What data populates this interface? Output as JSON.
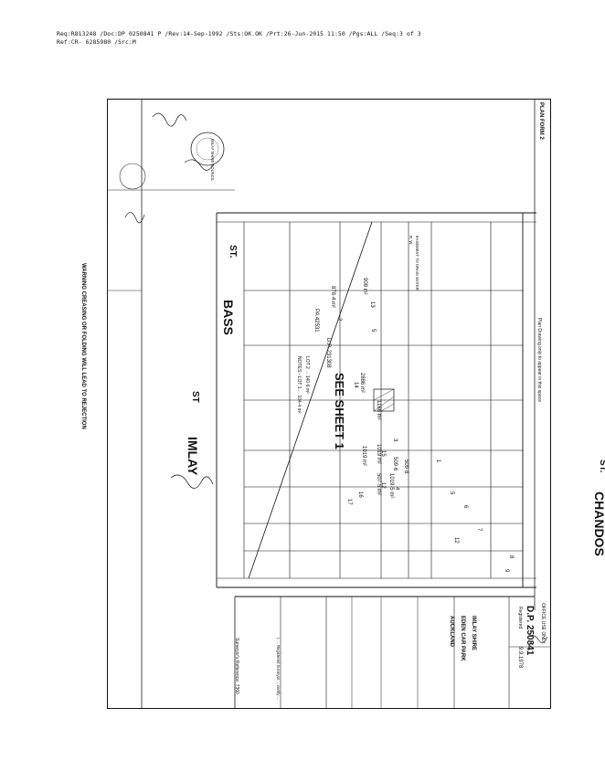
{
  "header": {
    "line1": "Req:R813248 /Doc:DP 0250841 P /Rev:14-Sep-1992 /Sts:OK.OK /Prt:26-Jun-2015 11:50 /Pgs:ALL /Seq:3 of 3",
    "line2": "Ref:CR- 6285980 /Src:M"
  },
  "plan": {
    "form_title": "PLAN FORM 2",
    "margin_note": "Plan Drawing only to appear in this space",
    "warning": "WARNING CREASING OR FOLDING WILL LEAD TO REJECTION",
    "streets": {
      "top": "BASS",
      "top_suffix": "ST.",
      "middle": "IMLAY",
      "middle_suffix": "ST",
      "bottom": "CHANDOS",
      "bottom_suffix": "ST."
    },
    "lots": [
      "13",
      "12",
      "5",
      "2",
      "14",
      "3",
      "15",
      "16",
      "17",
      "4",
      "5",
      "6",
      "7",
      "8",
      "9",
      "1",
      "12"
    ],
    "see_sheet": "SEE SHEET 1",
    "areas": [
      "908 m²",
      "878·4 m²",
      "1186 m²",
      "2886 m²",
      "1019 m²",
      "1019 m²",
      "509·6",
      "509·8",
      "507·5 m²",
      "1019·5 m²"
    ],
    "dp_ref": "D.P. 231308",
    "pa_ref": "PA 42531",
    "notes": [
      "NOTES:- LOT 1 ... 104·4 m²",
      "LOT 2 ... 140·6 m²"
    ],
    "legend": [
      "R. W.",
      "EASEMENT TO DRAIN WATER"
    ],
    "lga": "IMLAY SHIRE",
    "locality": "EDEN CAR PARK",
    "county": "AUCKLAND",
    "office_use": "OFFICE USE ONLY",
    "dp_number": "D.P. 250841",
    "registered": "Registered",
    "reg_date": "9.9.1978",
    "seal_text": "IMLAY SHIRE COUNCIL",
    "surveyor_block": "I, ... Registered Surveyor ... certify ...",
    "bottom_code": "Surveyor's Reference: 7360"
  }
}
